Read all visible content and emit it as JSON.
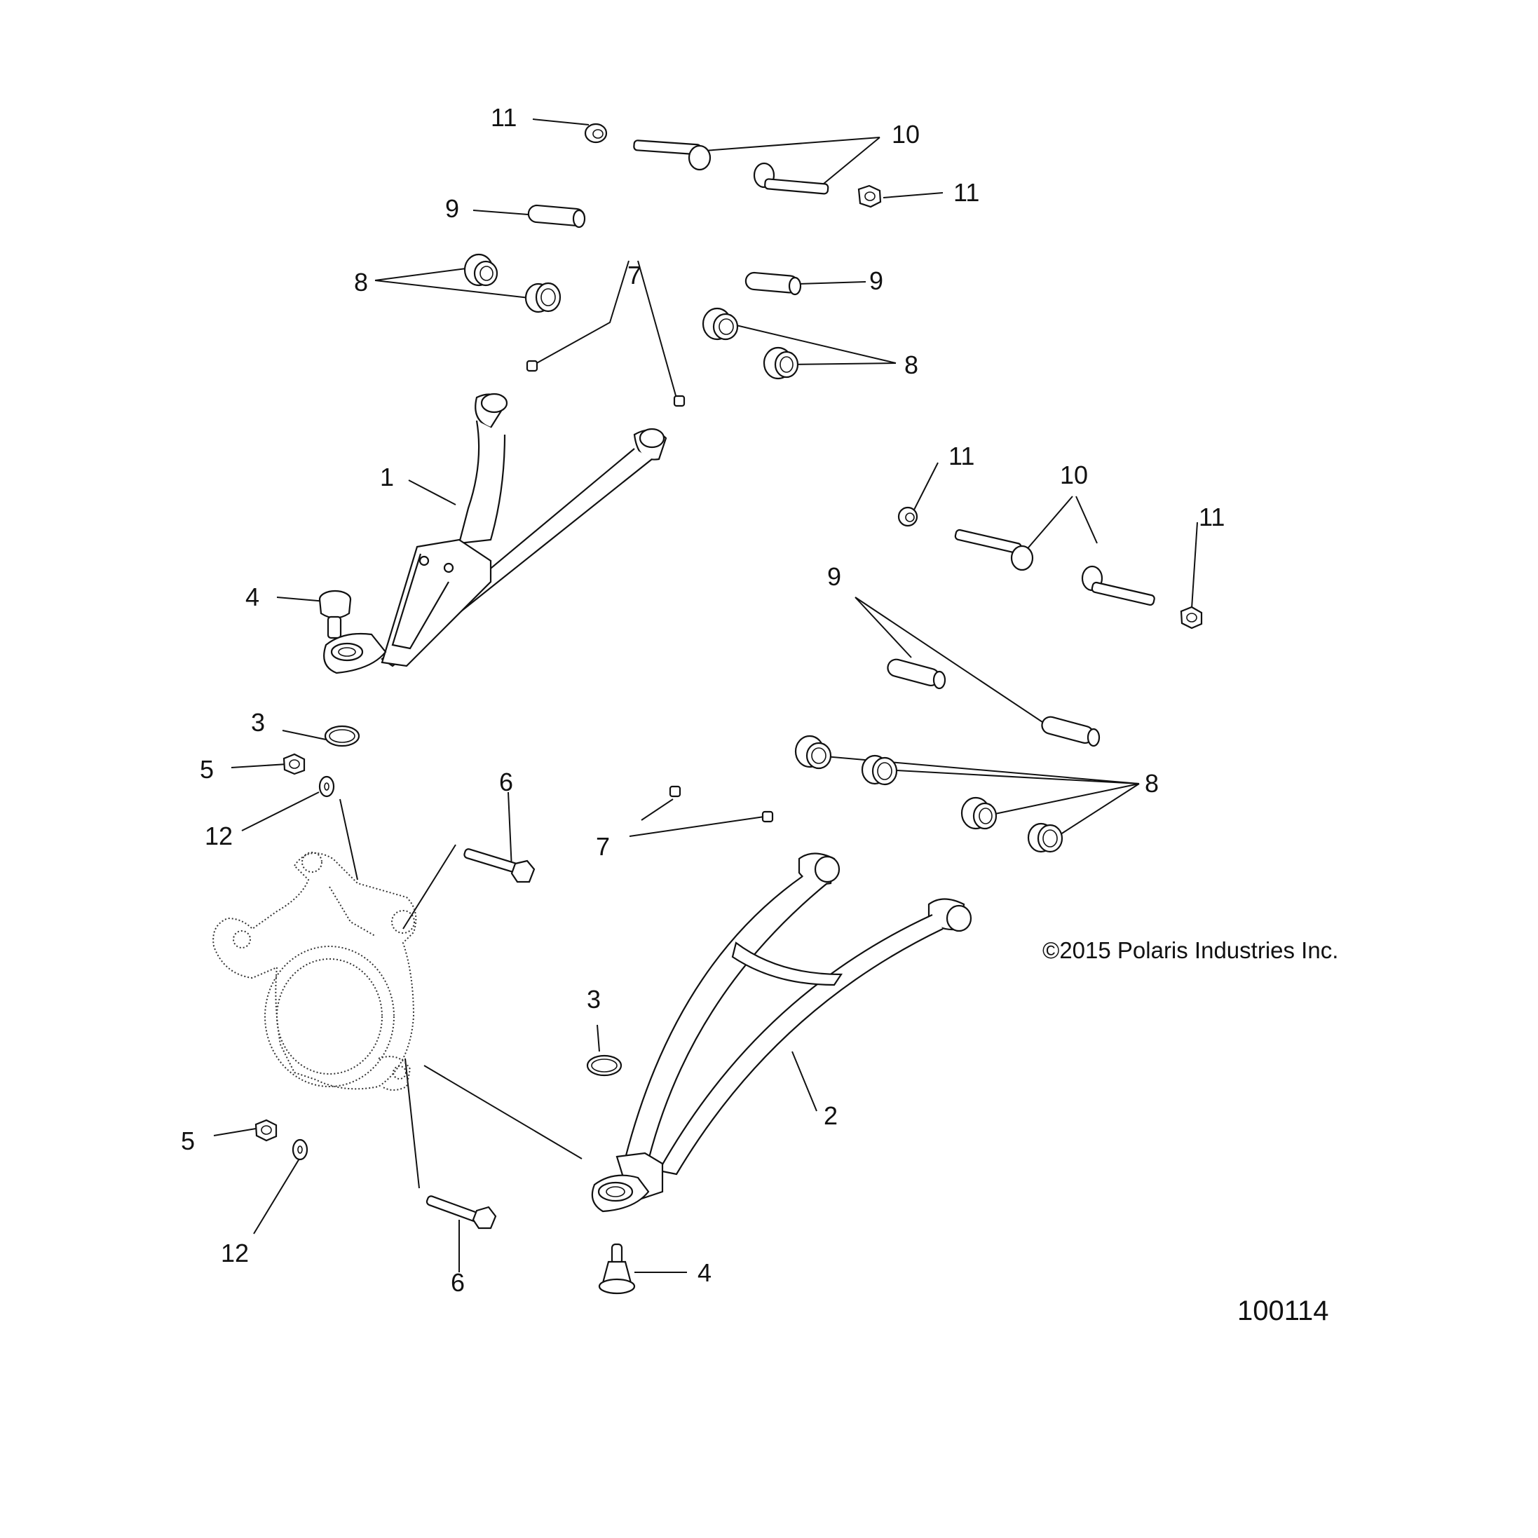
{
  "diagram": {
    "callouts": [
      "1",
      "2",
      "3",
      "3",
      "4",
      "4",
      "5",
      "5",
      "6",
      "6",
      "7",
      "7",
      "8",
      "8",
      "8",
      "9",
      "9",
      "9",
      "10",
      "10",
      "11",
      "11",
      "11",
      "11",
      "12",
      "12"
    ],
    "copyright": "©2015 Polaris Industries Inc.",
    "diagram_id": "100114"
  }
}
